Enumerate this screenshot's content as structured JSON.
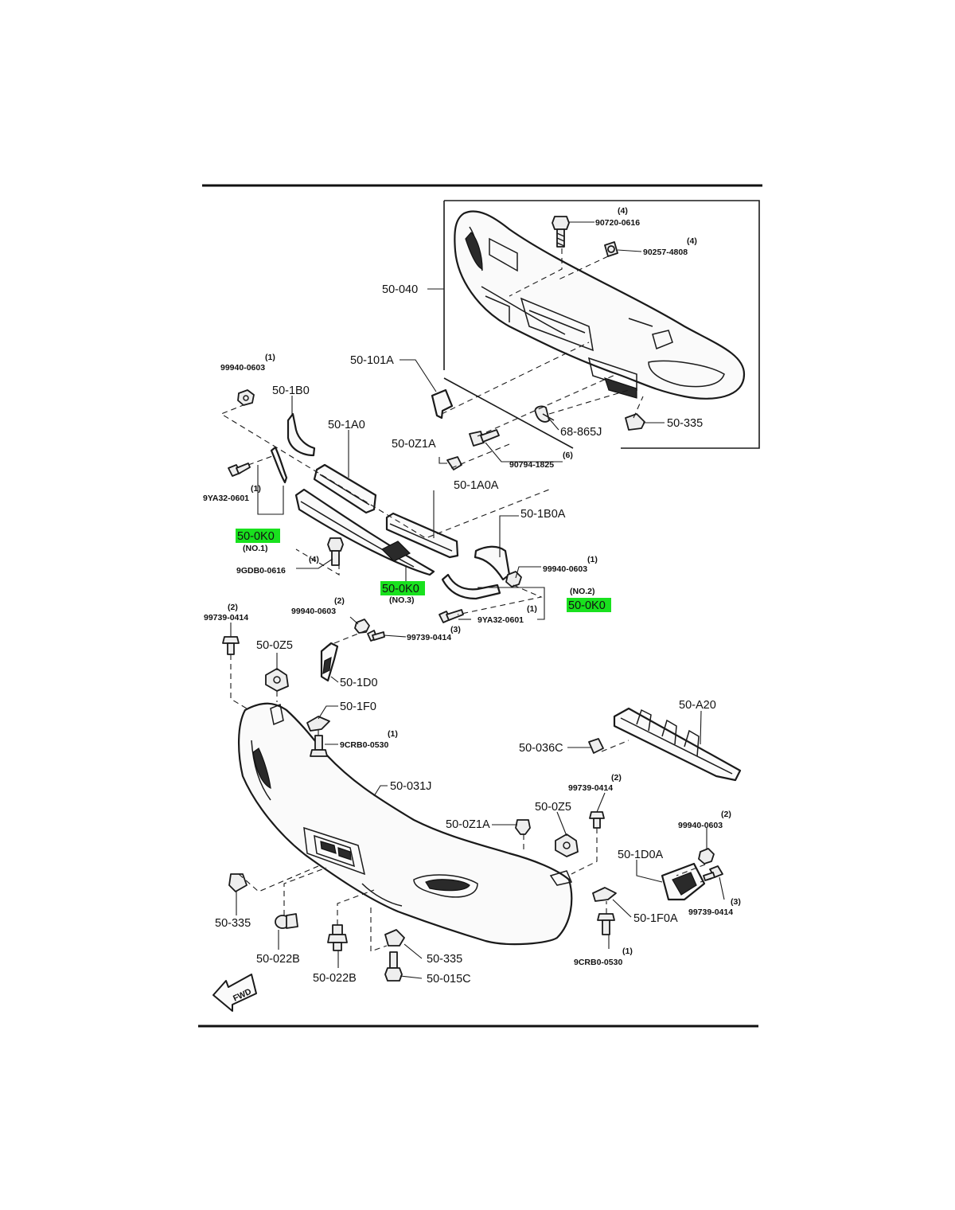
{
  "labels": {
    "l_50_040": "50-040",
    "l_90720_q": "(4)",
    "l_90720": "90720-0616",
    "l_90257_q": "(4)",
    "l_90257": "90257-4808",
    "l_50_101a": "50-101A",
    "l_99940_a_q": "(1)",
    "l_99940_a": "99940-0603",
    "l_50_1b0": "50-1B0",
    "l_50_1a0": "50-1A0",
    "l_50_0z1a_top": "50-0Z1A",
    "l_68_865j": "68-865J",
    "l_50_335_top": "50-335",
    "l_90794_q": "(6)",
    "l_90794": "90794-1825",
    "l_9ya32_a_q": "(1)",
    "l_9ya32_a": "9YA32-0601",
    "l_50_1a0a": "50-1A0A",
    "l_50_1b0a": "50-1B0A",
    "l_50_0k0_no1": "50-0K0",
    "l_no1": "(NO.1)",
    "l_9gdb0_q": "(4)",
    "l_9gdb0": "9GDB0-0616",
    "l_99940_b_q": "(1)",
    "l_99940_b": "99940-0603",
    "l_50_0k0_no3": "50-0K0",
    "l_no3": "(NO.3)",
    "l_no2": "(NO.2)",
    "l_50_0k0_no2": "50-0K0",
    "l_99739_a_q": "(2)",
    "l_99739_a": "99739-0414",
    "l_99940_c_q": "(2)",
    "l_99940_c": "99940-0603",
    "l_9ya32_b_q": "(1)",
    "l_9ya32_b": "9YA32-0601",
    "l_9ya32_b_q3": "(3)",
    "l_99739_b": "99739-0414",
    "l_50_0z5_a": "50-0Z5",
    "l_50_1d0": "50-1D0",
    "l_50_1f0": "50-1F0",
    "l_9crb0_a_q": "(1)",
    "l_9crb0_a": "9CRB0-0530",
    "l_50_a20": "50-A20",
    "l_50_036c": "50-036C",
    "l_50_031j": "50-031J",
    "l_99739_c_q": "(2)",
    "l_99739_c": "99739-0414",
    "l_50_0z1a_bot": "50-0Z1A",
    "l_50_0z5_b": "50-0Z5",
    "l_99940_d_q": "(2)",
    "l_99940_d": "99940-0603",
    "l_50_1d0a": "50-1D0A",
    "l_99739_d_q": "(3)",
    "l_99739_d": "99739-0414",
    "l_50_1f0a": "50-1F0A",
    "l_9crb0_b_q": "(1)",
    "l_9crb0_b": "9CRB0-0530",
    "l_50_335_left": "50-335",
    "l_50_022b_a": "50-022B",
    "l_50_022b_b": "50-022B",
    "l_50_335_bot": "50-335",
    "l_50_015c": "50-015C",
    "l_fwd": "FWD"
  },
  "colors": {
    "highlight": "#19e11e",
    "line": "#1a1a1a"
  }
}
